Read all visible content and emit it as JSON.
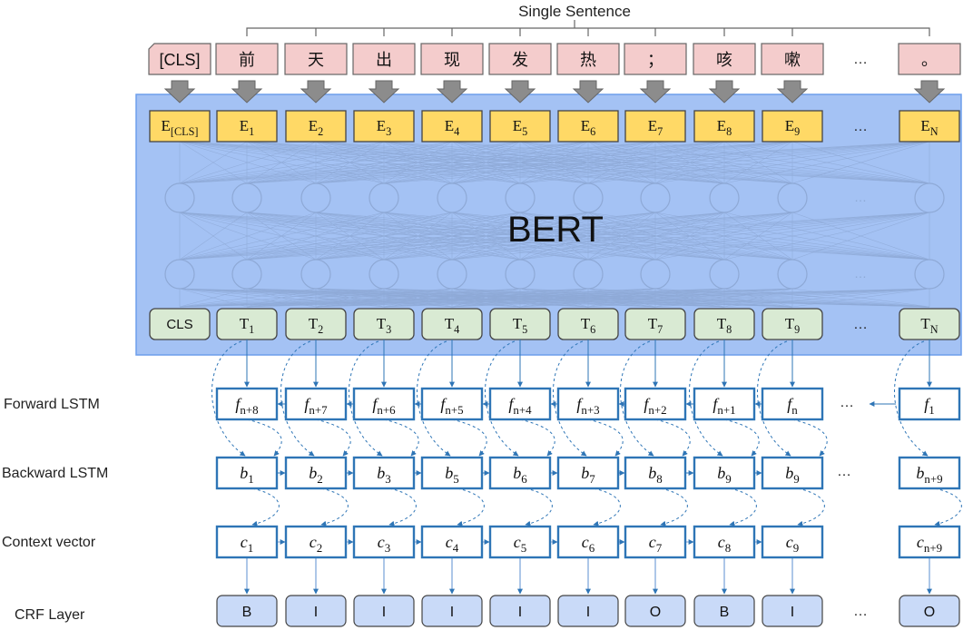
{
  "title": "Single Sentence",
  "bert_label": "BERT",
  "ellipsis": "…",
  "tokens": [
    "[CLS]",
    "前",
    "天",
    "出",
    "现",
    "发",
    "热",
    "；",
    "咳",
    "嗽",
    "。"
  ],
  "embeddings": [
    {
      "base": "E",
      "sub": "[CLS]"
    },
    {
      "base": "E",
      "sub": "1"
    },
    {
      "base": "E",
      "sub": "2"
    },
    {
      "base": "E",
      "sub": "3"
    },
    {
      "base": "E",
      "sub": "4"
    },
    {
      "base": "E",
      "sub": "5"
    },
    {
      "base": "E",
      "sub": "6"
    },
    {
      "base": "E",
      "sub": "7"
    },
    {
      "base": "E",
      "sub": "8"
    },
    {
      "base": "E",
      "sub": "9"
    },
    {
      "base": "E",
      "sub": "N"
    }
  ],
  "outputs": [
    {
      "base": "CLS",
      "sub": ""
    },
    {
      "base": "T",
      "sub": "1"
    },
    {
      "base": "T",
      "sub": "2"
    },
    {
      "base": "T",
      "sub": "3"
    },
    {
      "base": "T",
      "sub": "4"
    },
    {
      "base": "T",
      "sub": "5"
    },
    {
      "base": "T",
      "sub": "6"
    },
    {
      "base": "T",
      "sub": "7"
    },
    {
      "base": "T",
      "sub": "8"
    },
    {
      "base": "T",
      "sub": "9"
    },
    {
      "base": "T",
      "sub": "N"
    }
  ],
  "row_labels": {
    "forward": "Forward LSTM",
    "backward": "Backward LSTM",
    "context": "Context vector",
    "crf": "CRF Layer"
  },
  "forward": [
    {
      "base": "f",
      "sub": "n+8"
    },
    {
      "base": "f",
      "sub": "n+7"
    },
    {
      "base": "f",
      "sub": "n+6"
    },
    {
      "base": "f",
      "sub": "n+5"
    },
    {
      "base": "f",
      "sub": "n+4"
    },
    {
      "base": "f",
      "sub": "n+3"
    },
    {
      "base": "f",
      "sub": "n+2"
    },
    {
      "base": "f",
      "sub": "n+1"
    },
    {
      "base": "f",
      "sub": "n"
    },
    {
      "base": "f",
      "sub": "1"
    }
  ],
  "backward": [
    {
      "base": "b",
      "sub": "1"
    },
    {
      "base": "b",
      "sub": "2"
    },
    {
      "base": "b",
      "sub": "3"
    },
    {
      "base": "b",
      "sub": "5"
    },
    {
      "base": "b",
      "sub": "6"
    },
    {
      "base": "b",
      "sub": "7"
    },
    {
      "base": "b",
      "sub": "8"
    },
    {
      "base": "b",
      "sub": "9"
    },
    {
      "base": "b",
      "sub": "9"
    },
    {
      "base": "b",
      "sub": "n+9"
    }
  ],
  "context": [
    {
      "base": "c",
      "sub": "1"
    },
    {
      "base": "c",
      "sub": "2"
    },
    {
      "base": "c",
      "sub": "3"
    },
    {
      "base": "c",
      "sub": "4"
    },
    {
      "base": "c",
      "sub": "5"
    },
    {
      "base": "c",
      "sub": "6"
    },
    {
      "base": "c",
      "sub": "7"
    },
    {
      "base": "c",
      "sub": "8"
    },
    {
      "base": "c",
      "sub": "9"
    },
    {
      "base": "c",
      "sub": "n+9"
    }
  ],
  "crf": [
    "B",
    "I",
    "I",
    "I",
    "I",
    "I",
    "O",
    "B",
    "I",
    "O"
  ],
  "colors": {
    "token_fill": "#f4cccc",
    "embed_fill": "#ffd966",
    "output_fill": "#d9ead3",
    "bert_fill": "#a4c2f4",
    "bert_stroke": "#6d9eeb",
    "lstm_stroke": "#2e75b6",
    "crf_fill": "#c9daf8",
    "arrow_gray": "#8c8c8c"
  }
}
